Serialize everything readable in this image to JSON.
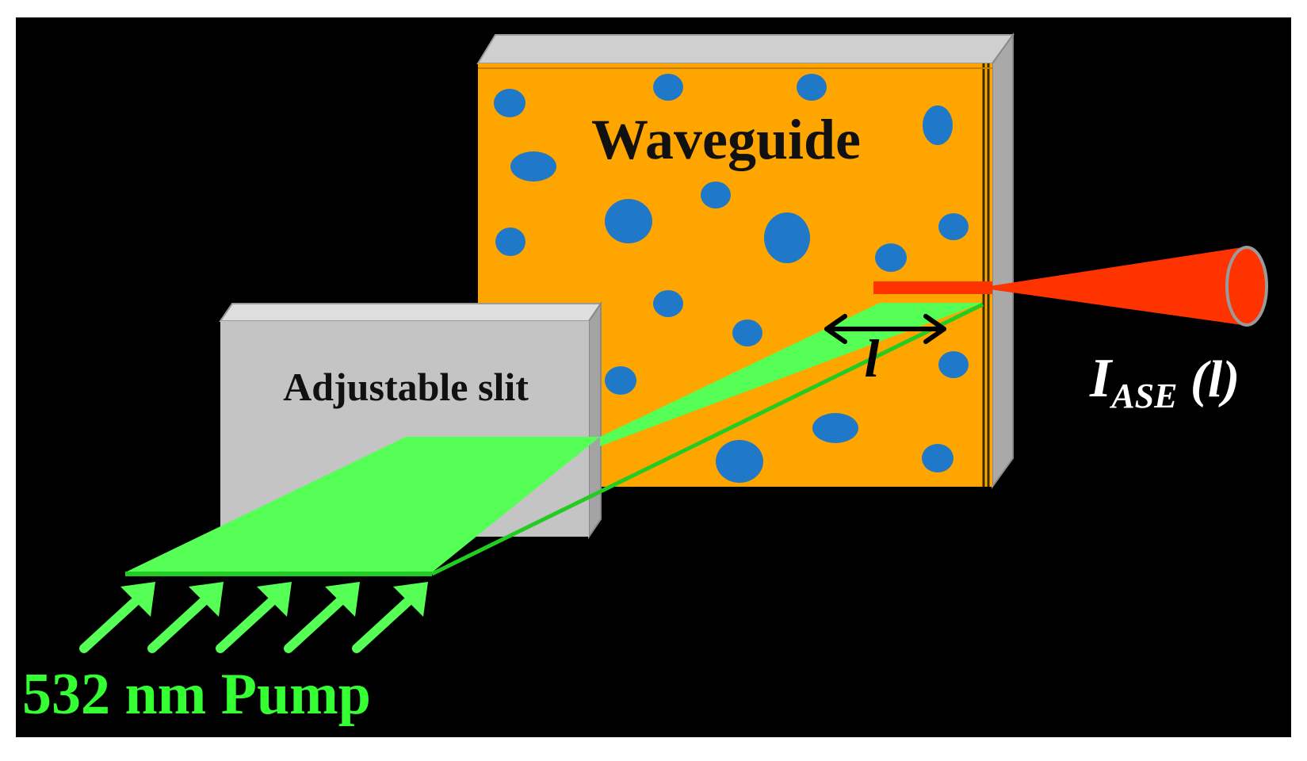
{
  "labels": {
    "waveguide": "Waveguide",
    "slit": "Adjustable slit",
    "length": "l",
    "output_main": "I",
    "output_sub": "ASE",
    "output_arg": " (l)",
    "pump": "532 nm Pump"
  },
  "colors": {
    "background": "#000000",
    "waveguide": "#ffa500",
    "dots": "#1f78c8",
    "slit": "#c4c4c4",
    "pump_beam": "#55ff55",
    "ase_beam": "#ff3300",
    "text_dark": "#111111",
    "text_white": "#ffffff",
    "text_green": "#33ff33"
  },
  "icons": {
    "pump_arrows": "arrow-up-right-icon",
    "length_marker": "double-arrow-icon"
  }
}
